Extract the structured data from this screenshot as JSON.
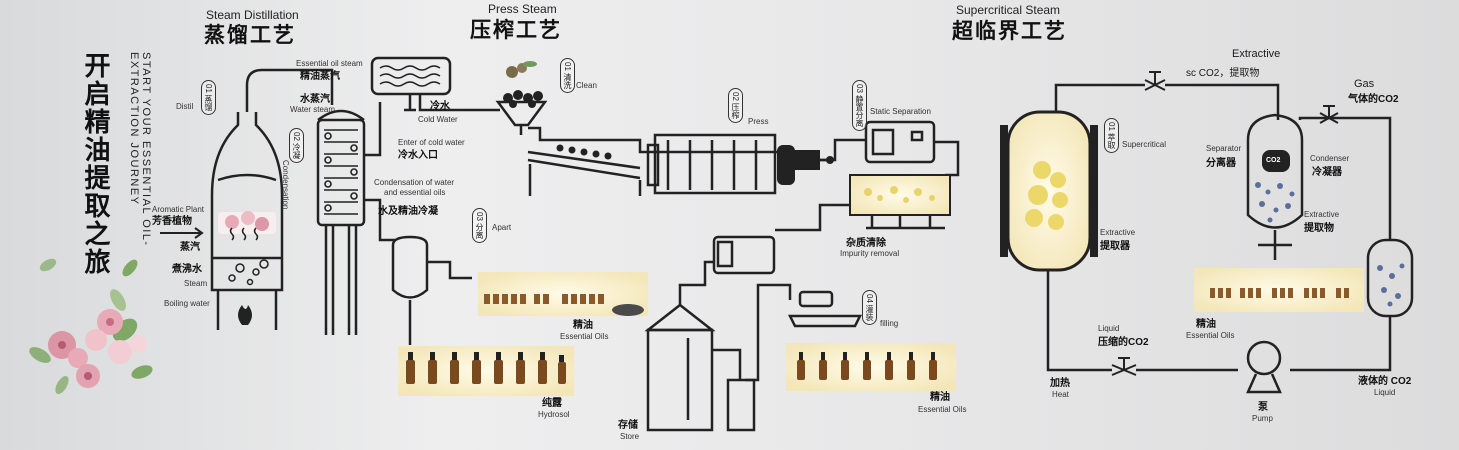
{
  "hero": {
    "title_zh": "开启精油提取之旅",
    "title_en": "START YOUR ESSENTIAL OIL-EXTRACTION JOURNEY"
  },
  "sections": {
    "steam": {
      "title_en": "Steam Distillation",
      "title_zh": "蒸馏工艺"
    },
    "press": {
      "title_en": "Press Steam",
      "title_zh": "压榨工艺"
    },
    "supercritical": {
      "title_en": "Supercritical Steam",
      "title_zh": "超临界工艺"
    }
  },
  "steps": {
    "distil": "01 蒸馏",
    "condense": "02 冷凝",
    "apart": "03 分离",
    "clean": "01 清洗",
    "press": "02 压榨",
    "static": "03 静置分离",
    "filling": "04 灌装",
    "extract": "01 萃取"
  },
  "labels": {
    "distil": "Distil",
    "condensation": "Condensation",
    "aromatic_en": "Aromatic Plant",
    "aromatic_zh": "芳香植物",
    "steam_zh": "蒸汽",
    "boil_zh": "煮沸水",
    "steam_en": "Steam",
    "boil_en": "Boiling water",
    "eo_steam_en": "Essential oil steam",
    "eo_steam_zh": "精油蒸汽",
    "water_steam_zh": "水蒸汽",
    "water_steam_en": "Water steam",
    "cold_water_zh": "冷水",
    "cold_water_en": "Cold Water",
    "enter_cold_en": "Enter of cold water",
    "enter_cold_zh": "冷水入口",
    "cond_mix_en1": "Condensation of water",
    "cond_mix_en2": "and essential oils",
    "cond_mix_zh": "水及精油冷凝",
    "apart_en": "Apart",
    "eo1_zh": "精油",
    "eo1_en": "Essential Oils",
    "hydrosol_zh": "纯露",
    "hydrosol_en": "Hydrosol",
    "clean_en": "Clean",
    "press_en": "Press",
    "static_en": "Static Separation",
    "impurity_zh": "杂质清除",
    "impurity_en": "Impurity removal",
    "filling_en": "filling",
    "store_zh": "存储",
    "store_en": "Store",
    "eo2_zh": "精油",
    "eo2_en": "Essential Oils",
    "extractive_en": "Extractive",
    "sc_en": "sc CO2，提取物",
    "gas_en": "Gas",
    "gas_zh": "气体的CO2",
    "supercritical_en": "Supercritical",
    "separator_en": "Separator",
    "separator_zh": "分离器",
    "condenser_en": "Condenser",
    "condenser_zh": "冷凝器",
    "extractive2_en": "Extractive",
    "extractive2_zh": "提取物",
    "extractor_en": "Extractive",
    "extractor_zh": "提取器",
    "liquid_en": "Liquid",
    "liquid_zh": "压缩的CO2",
    "eo3_zh": "精油",
    "eo3_en": "Essential Oils",
    "heat_zh": "加热",
    "heat_en": "Heat",
    "pump_zh": "泵",
    "pump_en": "Pump",
    "liq_co2_zh": "液体的 CO2",
    "liq_co2_en": "Liquid",
    "co2_badge": "CO2"
  },
  "colors": {
    "line": "#222222",
    "glow": "#fff6d6",
    "bottle": "#7a4a1e",
    "flower_pink": "#e7a9b5",
    "leaf": "#6f9a5a"
  }
}
